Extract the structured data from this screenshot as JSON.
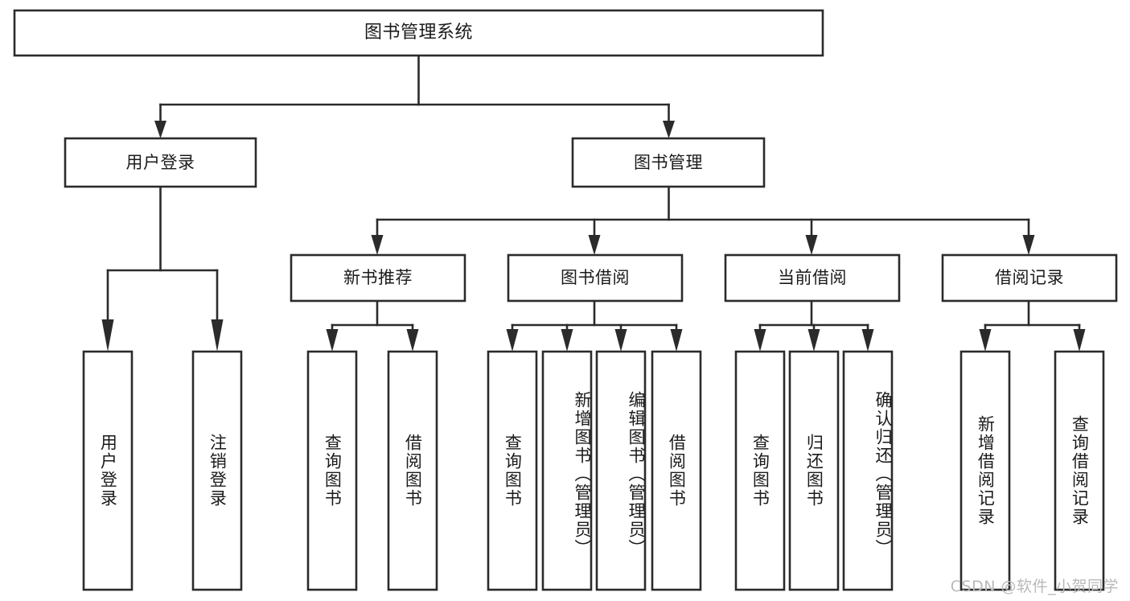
{
  "diagram": {
    "title": "图书管理系统",
    "type": "tree-hierarchy-diagram",
    "colors": {
      "stroke": "#2b2b2b",
      "fill": "#ffffff",
      "text": "#1b1b1b",
      "watermark": "#b9b9b9",
      "background": "#ffffff"
    },
    "root": {
      "label": "图书管理系统"
    },
    "level1": [
      {
        "label": "用户登录"
      },
      {
        "label": "图书管理"
      }
    ],
    "level2": [
      {
        "label": "新书推荐"
      },
      {
        "label": "图书借阅"
      },
      {
        "label": "当前借阅"
      },
      {
        "label": "借阅记录"
      }
    ],
    "leaves": {
      "user_login": [
        {
          "label": "用户登录"
        },
        {
          "label": "注销登录"
        }
      ],
      "new_book_recommend": [
        {
          "label": "查询图书"
        },
        {
          "label": "借阅图书"
        }
      ],
      "book_borrow": [
        {
          "label": "查询图书"
        },
        {
          "label": "新增图书（管理员）"
        },
        {
          "label": "编辑图书（管理员）"
        },
        {
          "label": "借阅图书"
        }
      ],
      "current_borrow": [
        {
          "label": "查询图书"
        },
        {
          "label": "归还图书"
        },
        {
          "label": "确认归还（管理员）"
        }
      ],
      "borrow_records": [
        {
          "label": "新增借阅记录"
        },
        {
          "label": "查询借阅记录"
        }
      ]
    }
  },
  "watermark": {
    "text": "CSDN @软件_小贺同学"
  }
}
